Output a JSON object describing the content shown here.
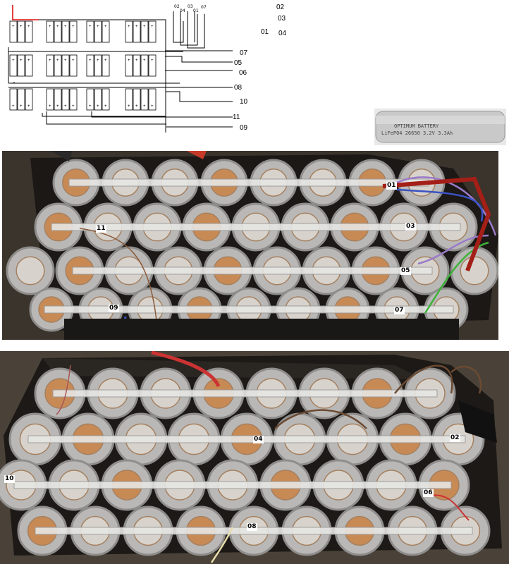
{
  "diagram": {
    "top_labels": [
      "02",
      "04",
      "03",
      "01",
      "07"
    ],
    "side_labels": [
      "07",
      "05",
      "06",
      "08",
      "10",
      "11",
      "09"
    ],
    "legend": {
      "l02": "02",
      "l03": "03",
      "l01": "01",
      "l04": "04"
    }
  },
  "inset": {
    "line1": "OPTIMUM BATTERY",
    "line2": "LiFePO4 26650 3.2V 3.3Ah"
  },
  "photo1": {
    "tags": [
      "01",
      "11",
      "03",
      "05",
      "09",
      "07"
    ]
  },
  "photo2": {
    "tags": [
      "04",
      "02",
      "10",
      "06",
      "08"
    ]
  },
  "colors": {
    "cell": "#b9b8b6",
    "cell_shade": "#8e8d8b",
    "cap": "#d7d3cc",
    "copper": "#c88a55",
    "strap": "#e6e6e4",
    "wire_red": "#b32a20",
    "wire_purple": "#9a7ac9",
    "wire_blue": "#3a52c4",
    "wire_green": "#3fb23a",
    "wire_brown": "#7a5a3a"
  }
}
